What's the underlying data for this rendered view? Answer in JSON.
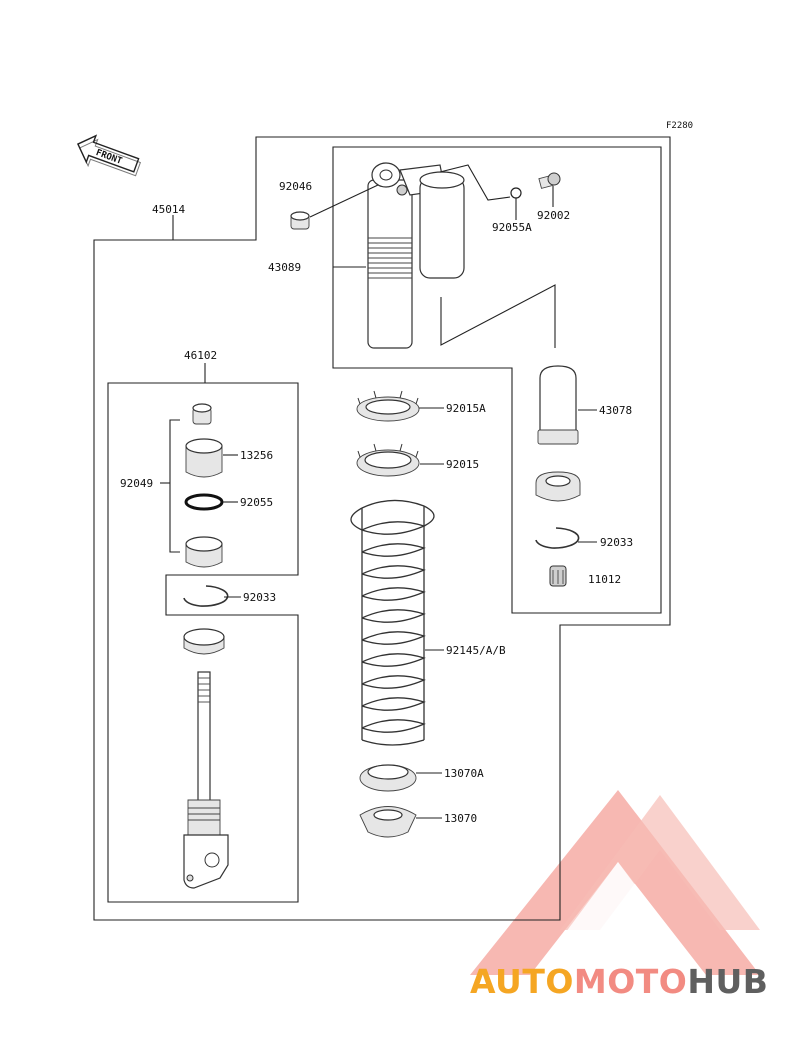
{
  "figure_code": "F2280",
  "front_label": "FRONT",
  "labels": {
    "p45014": "45014",
    "p46102": "46102",
    "p92046": "92046",
    "p43089": "43089",
    "p92055A": "92055A",
    "p92002": "92002",
    "p43078": "43078",
    "p92015A": "92015A",
    "p92015": "92015",
    "p92033_right": "92033",
    "p11012": "11012",
    "p92049": "92049",
    "p13256": "13256",
    "p92055": "92055",
    "p92033_left": "92033",
    "p92145": "92145/A/B",
    "p13070A": "13070A",
    "p13070": "13070"
  },
  "watermark": {
    "part1": "AUTO",
    "part2": "MOTO",
    "part3": "HUB",
    "color1": "#f5a623",
    "color2": "#f28b82",
    "color3": "#5f5f5f",
    "logo_color": "#f4a29a"
  }
}
